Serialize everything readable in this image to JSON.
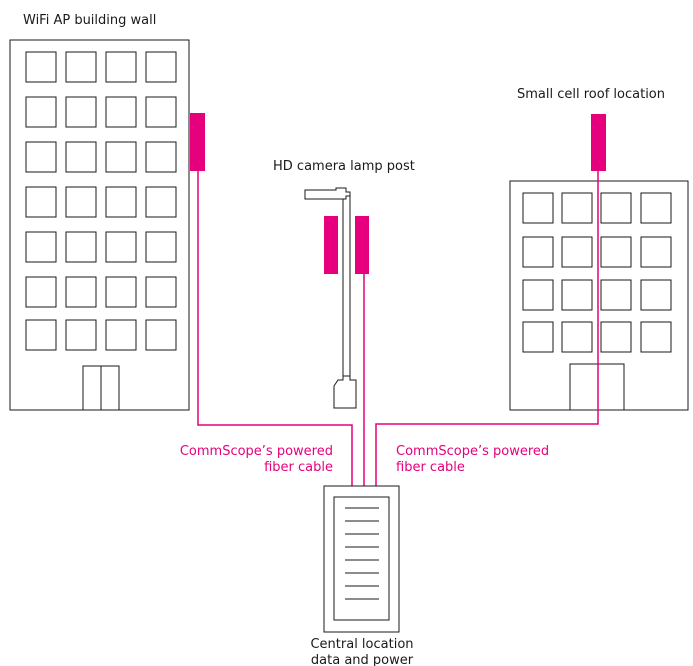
{
  "colors": {
    "accent": "#e6007e",
    "line": "#1a1a1a",
    "background": "#ffffff"
  },
  "labels": {
    "wifi_building": "WiFi AP building wall",
    "small_cell": "Small cell roof location",
    "camera_post": "HD camera lamp post",
    "cable_left_line1": "CommScope’s powered",
    "cable_left_line2": "fiber cable",
    "cable_right_line1": "CommScope’s powered",
    "cable_right_line2": "fiber cable",
    "central_line1": "Central location",
    "central_line2": "data and power"
  },
  "icons": {
    "wifi_building": "tall-building-icon",
    "small_cell_building": "short-building-icon",
    "lamp_post": "lamp-post-icon",
    "central_cabinet": "server-cabinet-icon",
    "devices": "radio-device-icon"
  }
}
